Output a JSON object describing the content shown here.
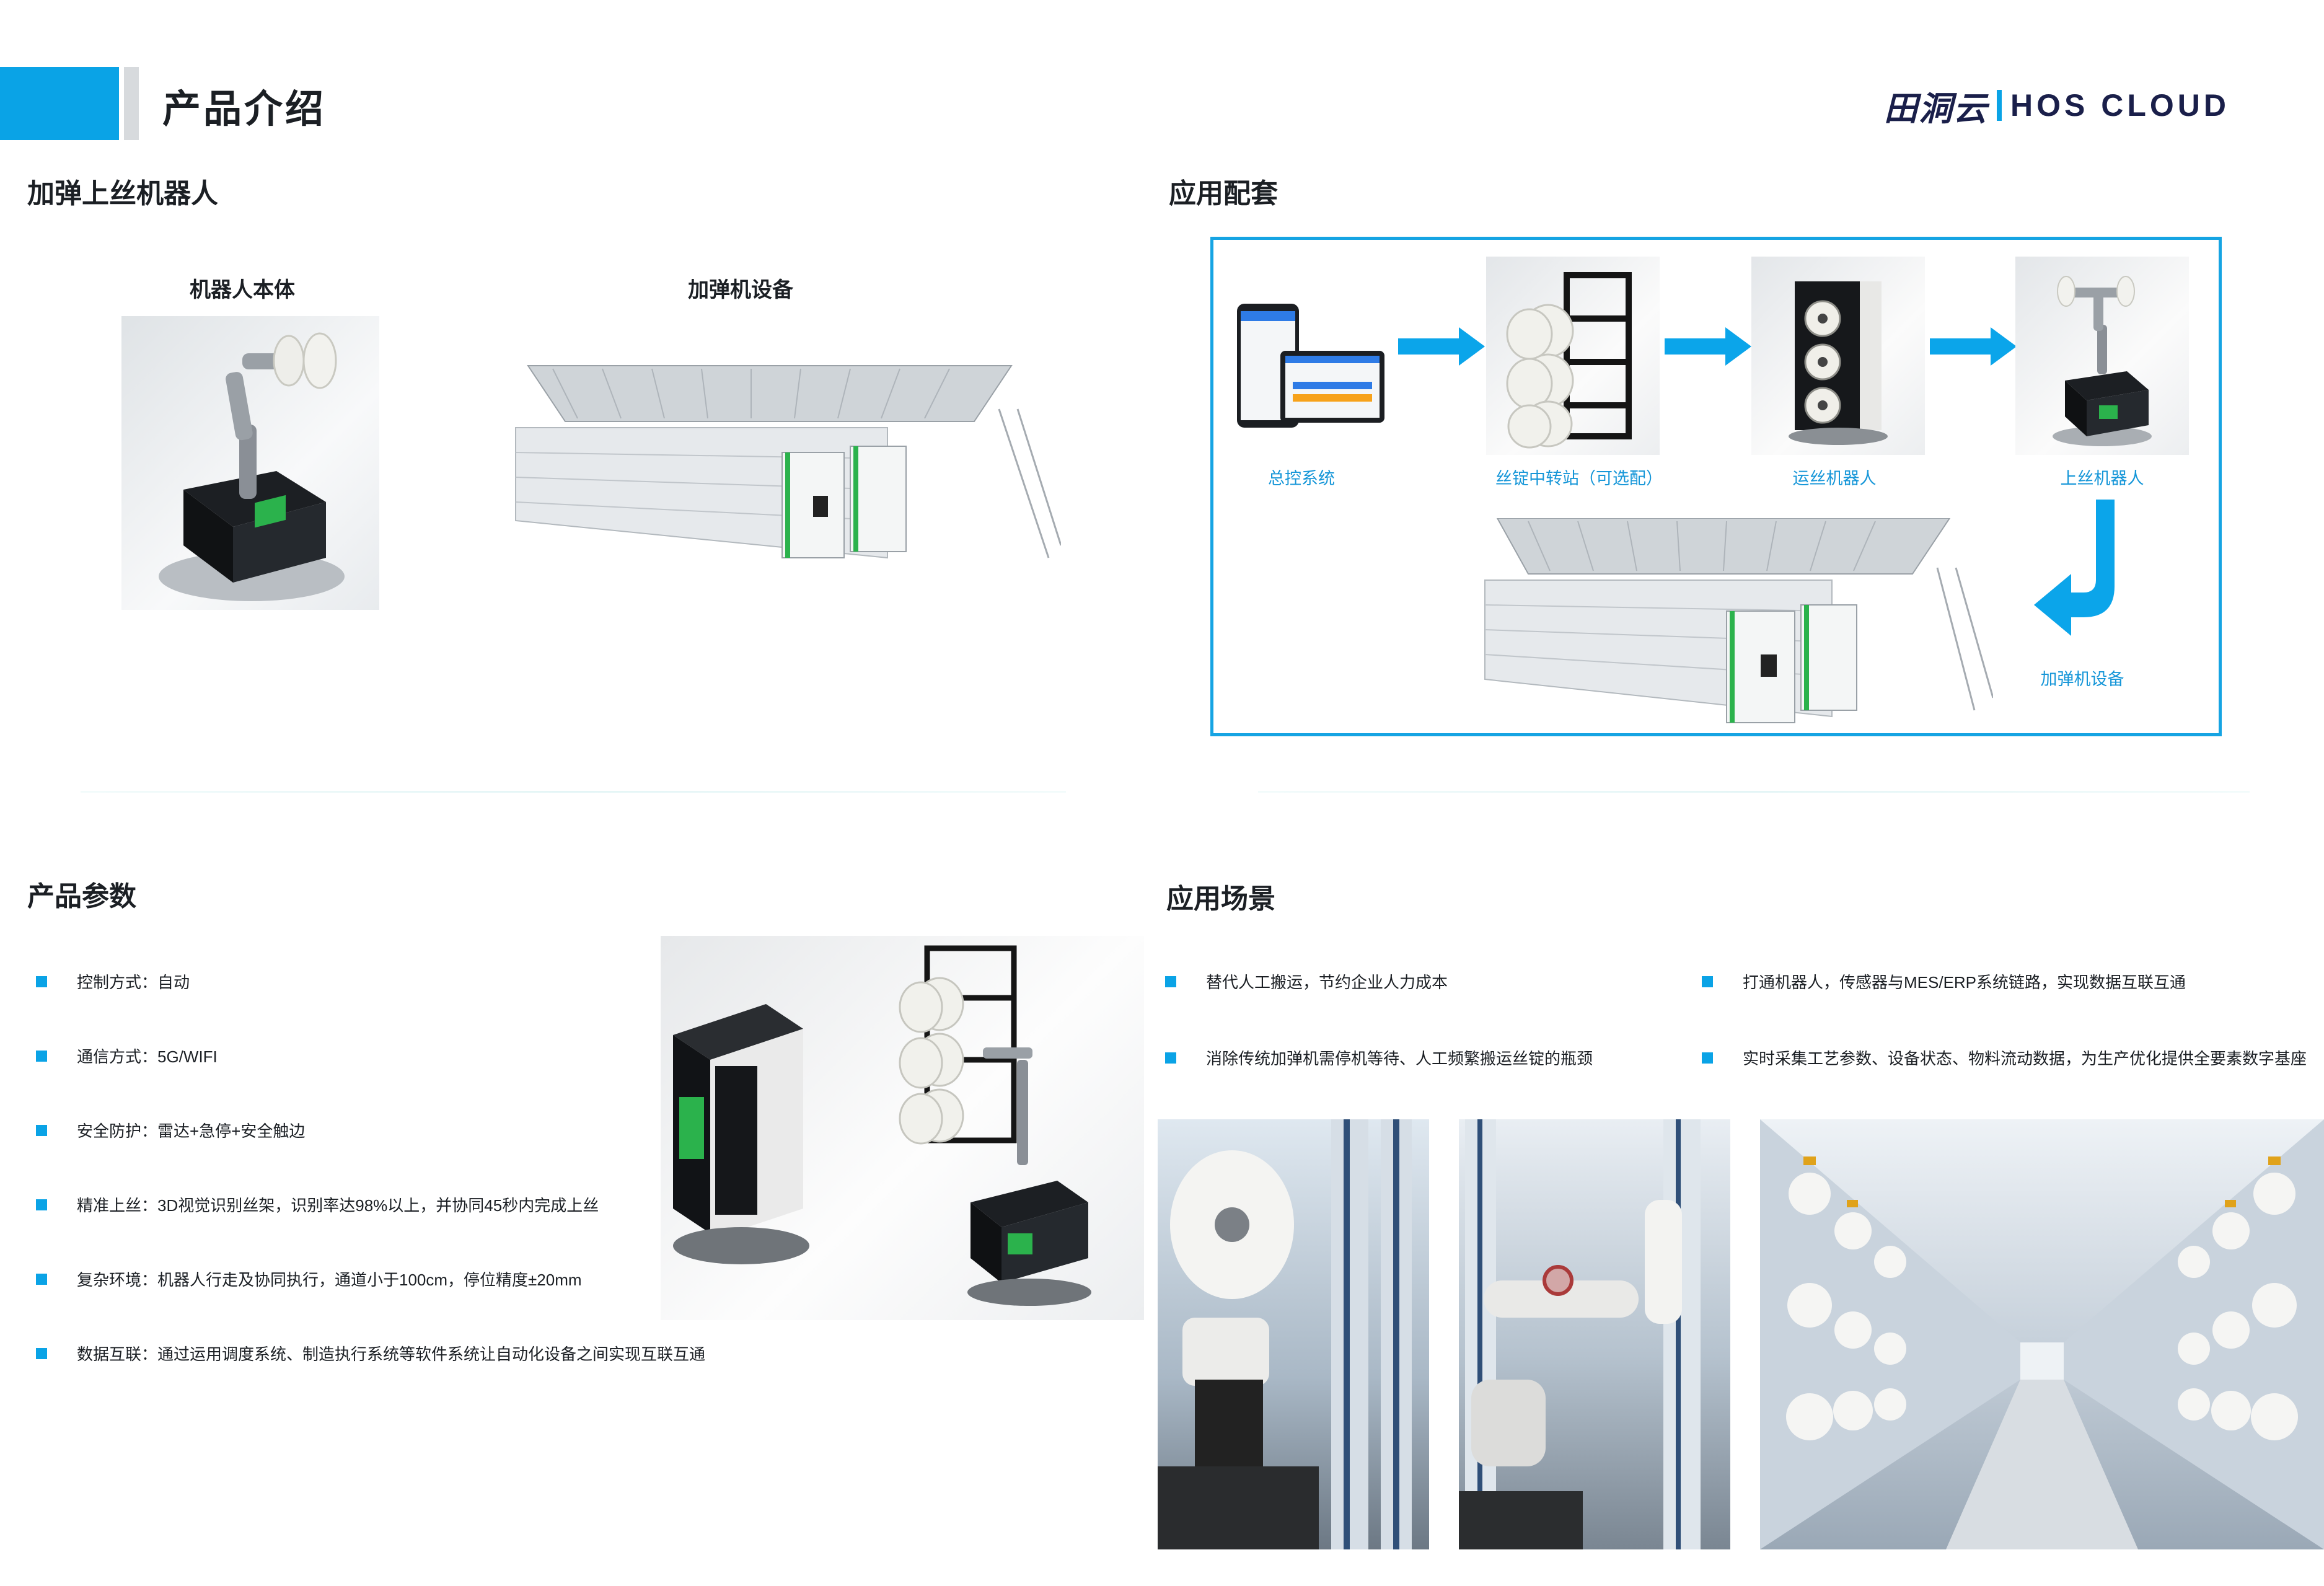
{
  "header": {
    "title": "产品介绍",
    "logo_cn": "田洞云",
    "logo_en": "HOS CLOUD"
  },
  "robot_section": {
    "title": "加弹上丝机器人",
    "robot_label": "机器人本体",
    "machine_label": "加弹机设备"
  },
  "app_section": {
    "title": "应用配套",
    "steps": [
      "总控系统",
      "丝锭中转站（可选配）",
      "运丝机器人",
      "上丝机器人"
    ],
    "machine_label": "加弹机设备"
  },
  "params_section": {
    "title": "产品参数",
    "items": [
      "控制方式：自动",
      "通信方式：5G/WIFI",
      "安全防护：雷达+急停+安全触边",
      "精准上丝：3D视觉识别丝架，识别率达98%以上，并协同45秒内完成上丝",
      "复杂环境：机器人行走及协同执行，通道小于100cm，停位精度±20mm",
      "数据互联：通过运用调度系统、制造执行系统等软件系统让自动化设备之间实现互联互通"
    ]
  },
  "scene_section": {
    "title": "应用场景",
    "items": [
      "替代人工搬运，节约企业人力成本",
      "打通机器人，传感器与MES/ERP系统链路，实现数据互联互通",
      "消除传统加弹机需停机等待、人工频繁搬运丝锭的瓶颈",
      "实时采集工艺参数、设备状态、物料流动数据，为生产优化提供全要素数字基座"
    ]
  },
  "colors": {
    "accent": "#0aa3e6",
    "arrow": "#0ba5ea",
    "text": "#1b1f24",
    "flow_label": "#1596d8",
    "machine_green": "#2bb24c"
  }
}
